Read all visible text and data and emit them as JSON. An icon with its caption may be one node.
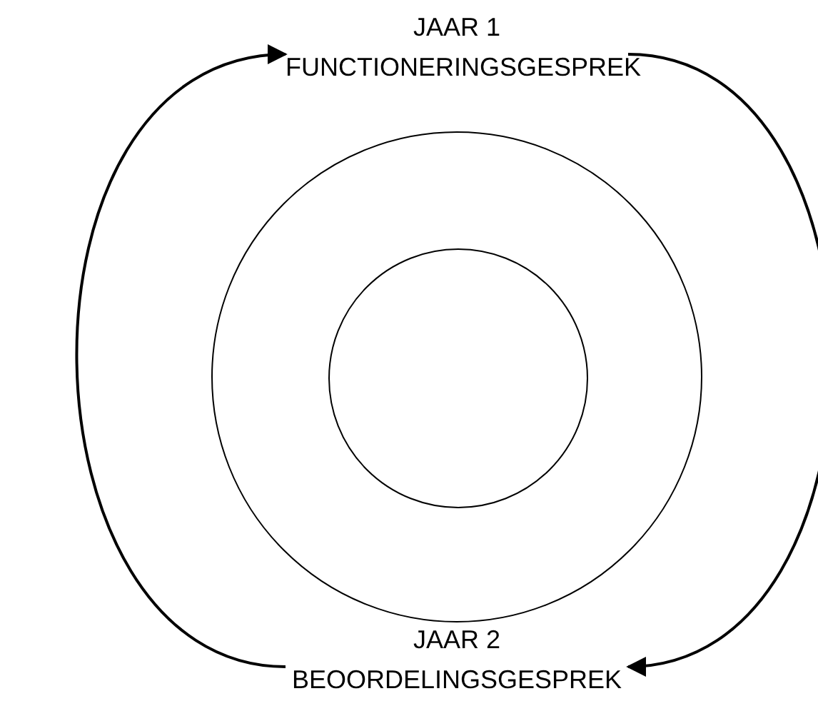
{
  "diagram": {
    "nodes": [
      {
        "text": [
          "JAAR 1",
          "FUNCTIONERINGSGESPREK"
        ]
      },
      {
        "text": [
          "JAAR 2",
          "BEOORDELINGSGESPREK"
        ]
      },
      {
        "text": [],
        "shape": "circle"
      },
      {
        "text": [],
        "shape": "circle",
        "in": 2
      }
    ],
    "edges": [
      {
        "from": 1,
        "to": 0,
        "arrow": "to"
      },
      {
        "from": 0,
        "to": 1,
        "arrow": "to"
      }
    ]
  }
}
